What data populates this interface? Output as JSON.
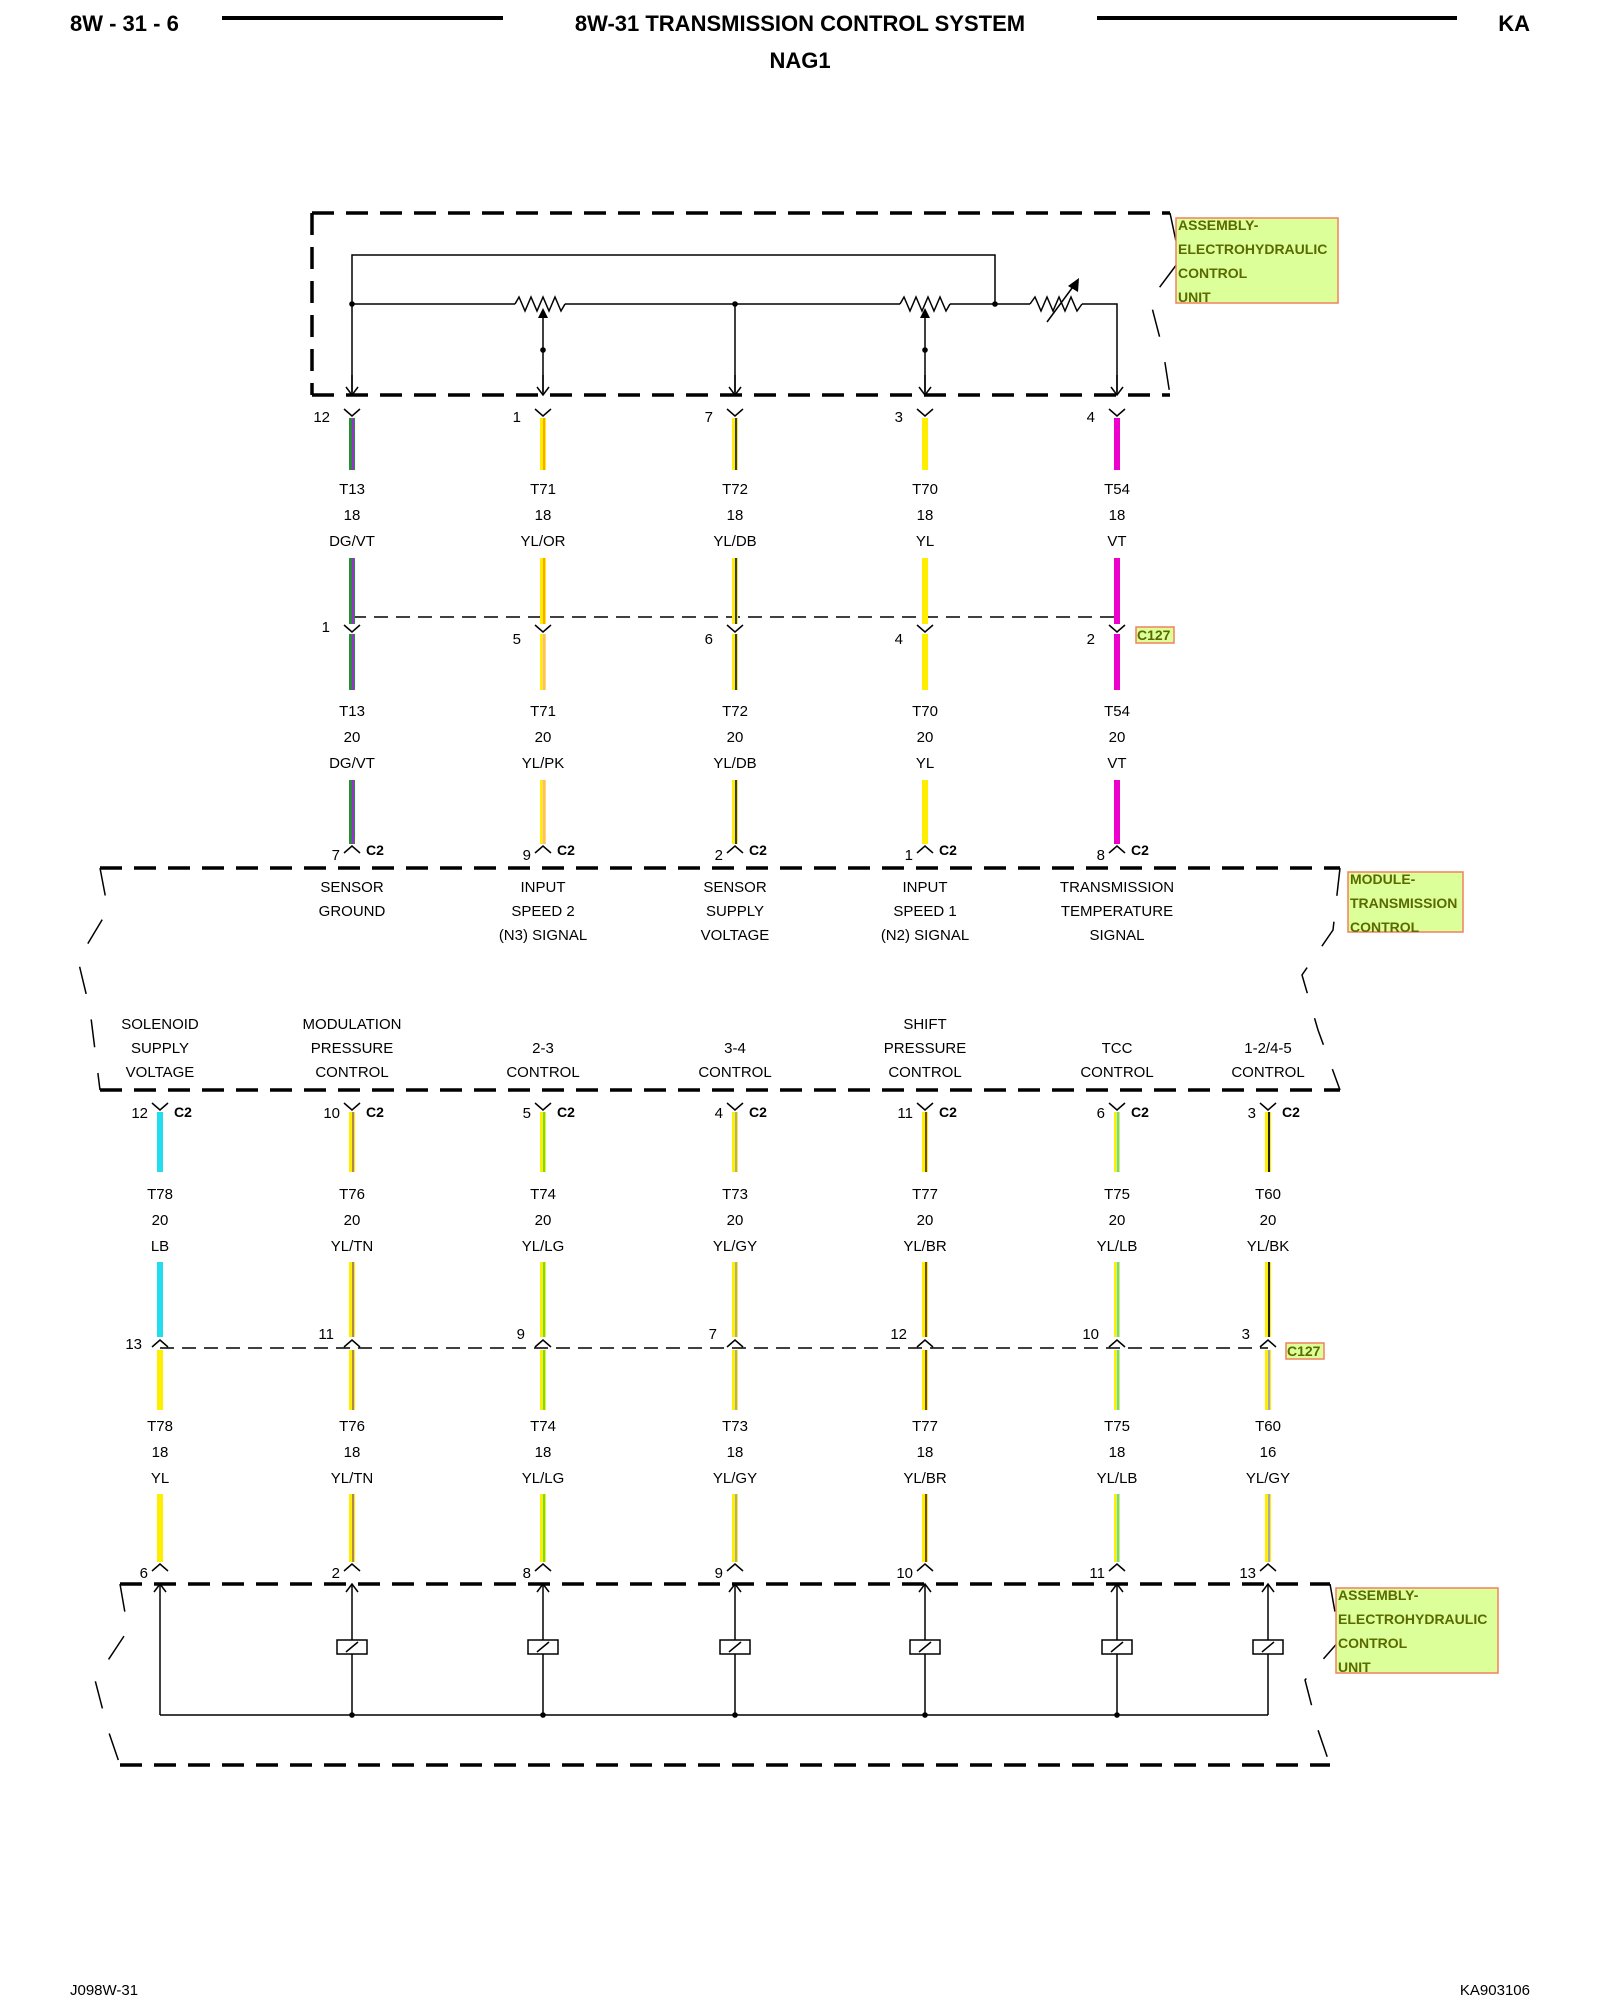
{
  "header": {
    "page_code": "8W - 31 - 6",
    "title": "8W-31 TRANSMISSION CONTROL SYSTEM",
    "subtitle": "NAG1",
    "model": "KA"
  },
  "footer": {
    "left": "J098W-31",
    "right": "KA903106"
  },
  "components": {
    "ehcu_top": [
      "ASSEMBLY-",
      "ELECTROHYDRAULIC",
      "CONTROL",
      "UNIT"
    ],
    "tcm": [
      "MODULE-",
      "TRANSMISSION",
      "CONTROL"
    ],
    "ehcu_bottom": [
      "ASSEMBLY-",
      "ELECTROHYDRAULIC",
      "CONTROL",
      "UNIT"
    ],
    "label_fill": "#ddff99",
    "label_border": "#f08060",
    "label_text_color": "#5a6a00"
  },
  "connectors": {
    "c127": "C127",
    "c2": "C2"
  },
  "upper_circuits": [
    {
      "pin_ehcu": "12",
      "code_a": "T13",
      "gauge_a": "18",
      "color_a": "DG/VT",
      "pin_c127": "1",
      "code_b": "T13",
      "gauge_b": "20",
      "color_b": "DG/VT",
      "pin_c2": "7",
      "func": [
        "SENSOR",
        "GROUND"
      ],
      "wire_colors": [
        "#2e8b3d",
        "#9932cc"
      ]
    },
    {
      "pin_ehcu": "1",
      "code_a": "T71",
      "gauge_a": "18",
      "color_a": "YL/OR",
      "pin_c127": "5",
      "code_b": "T71",
      "gauge_b": "20",
      "color_b": "YL/PK",
      "pin_c2": "9",
      "func": [
        "INPUT",
        "SPEED 2",
        "(N3) SIGNAL"
      ],
      "wire_colors": [
        "#ffee00",
        "#ffa500"
      ],
      "wire_colors_b": [
        "#ffee00",
        "#ffaacc"
      ]
    },
    {
      "pin_ehcu": "7",
      "code_a": "T72",
      "gauge_a": "18",
      "color_a": "YL/DB",
      "pin_c127": "6",
      "code_b": "T72",
      "gauge_b": "20",
      "color_b": "YL/DB",
      "pin_c2": "2",
      "func": [
        "SENSOR",
        "SUPPLY",
        "VOLTAGE"
      ],
      "wire_colors": [
        "#ffee00",
        "#333366"
      ]
    },
    {
      "pin_ehcu": "3",
      "code_a": "T70",
      "gauge_a": "18",
      "color_a": "YL",
      "pin_c127": "4",
      "code_b": "T70",
      "gauge_b": "20",
      "color_b": "YL",
      "pin_c2": "1",
      "func": [
        "INPUT",
        "SPEED 1",
        "(N2) SIGNAL"
      ],
      "wire_colors": [
        "#ffee00"
      ]
    },
    {
      "pin_ehcu": "4",
      "code_a": "T54",
      "gauge_a": "18",
      "color_a": "VT",
      "pin_c127": "2",
      "code_b": "T54",
      "gauge_b": "20",
      "color_b": "VT",
      "pin_c2": "8",
      "func": [
        "TRANSMISSION",
        "TEMPERATURE",
        "SIGNAL"
      ],
      "wire_colors": [
        "#ee00cc"
      ]
    }
  ],
  "lower_circuits": [
    {
      "func": [
        "SOLENOID",
        "SUPPLY",
        "VOLTAGE"
      ],
      "pin_c2": "12",
      "code_a": "T78",
      "gauge_a": "20",
      "color_a": "LB",
      "pin_c127": "13",
      "code_b": "T78",
      "gauge_b": "18",
      "color_b": "YL",
      "pin_ehcu": "6",
      "wire_colors": [
        "#22ddee"
      ],
      "wire_colors_b": [
        "#ffee00"
      ],
      "solenoid": false
    },
    {
      "func": [
        "MODULATION",
        "PRESSURE",
        "CONTROL"
      ],
      "pin_c2": "10",
      "code_a": "T76",
      "gauge_a": "20",
      "color_a": "YL/TN",
      "pin_c127": "11",
      "code_b": "T76",
      "gauge_b": "18",
      "color_b": "YL/TN",
      "pin_ehcu": "2",
      "wire_colors": [
        "#ffee00",
        "#b08850"
      ],
      "solenoid": true
    },
    {
      "func": [
        "2-3",
        "CONTROL"
      ],
      "pin_c2": "5",
      "code_a": "T74",
      "gauge_a": "20",
      "color_a": "YL/LG",
      "pin_c127": "9",
      "code_b": "T74",
      "gauge_b": "18",
      "color_b": "YL/LG",
      "pin_ehcu": "8",
      "wire_colors": [
        "#ffee00",
        "#66dd44"
      ],
      "solenoid": true
    },
    {
      "func": [
        "3-4",
        "CONTROL"
      ],
      "pin_c2": "4",
      "code_a": "T73",
      "gauge_a": "20",
      "color_a": "YL/GY",
      "pin_c127": "7",
      "code_b": "T73",
      "gauge_b": "18",
      "color_b": "YL/GY",
      "pin_ehcu": "9",
      "wire_colors": [
        "#ffee00",
        "#aaaaaa"
      ],
      "solenoid": true
    },
    {
      "func": [
        "SHIFT",
        "PRESSURE",
        "CONTROL"
      ],
      "pin_c2": "11",
      "code_a": "T77",
      "gauge_a": "20",
      "color_a": "YL/BR",
      "pin_c127": "12",
      "code_b": "T77",
      "gauge_b": "18",
      "color_b": "YL/BR",
      "pin_ehcu": "10",
      "wire_colors": [
        "#ffee00",
        "#6b4a1a"
      ],
      "solenoid": true
    },
    {
      "func": [
        "TCC",
        "CONTROL"
      ],
      "pin_c2": "6",
      "code_a": "T75",
      "gauge_a": "20",
      "color_a": "YL/LB",
      "pin_c127": "10",
      "code_b": "T75",
      "gauge_b": "18",
      "color_b": "YL/LB",
      "pin_ehcu": "11",
      "wire_colors": [
        "#ffee00",
        "#44ddee"
      ],
      "solenoid": true
    },
    {
      "func": [
        "1-2/4-5",
        "CONTROL"
      ],
      "pin_c2": "3",
      "code_a": "T60",
      "gauge_a": "20",
      "color_a": "YL/BK",
      "pin_c127": "3",
      "code_b": "T60",
      "gauge_b": "16",
      "color_b": "YL/GY",
      "pin_ehcu": "13",
      "wire_colors": [
        "#ffee00",
        "#222222"
      ],
      "wire_colors_b": [
        "#ffee00",
        "#aaaaaa"
      ],
      "solenoid": true
    }
  ]
}
